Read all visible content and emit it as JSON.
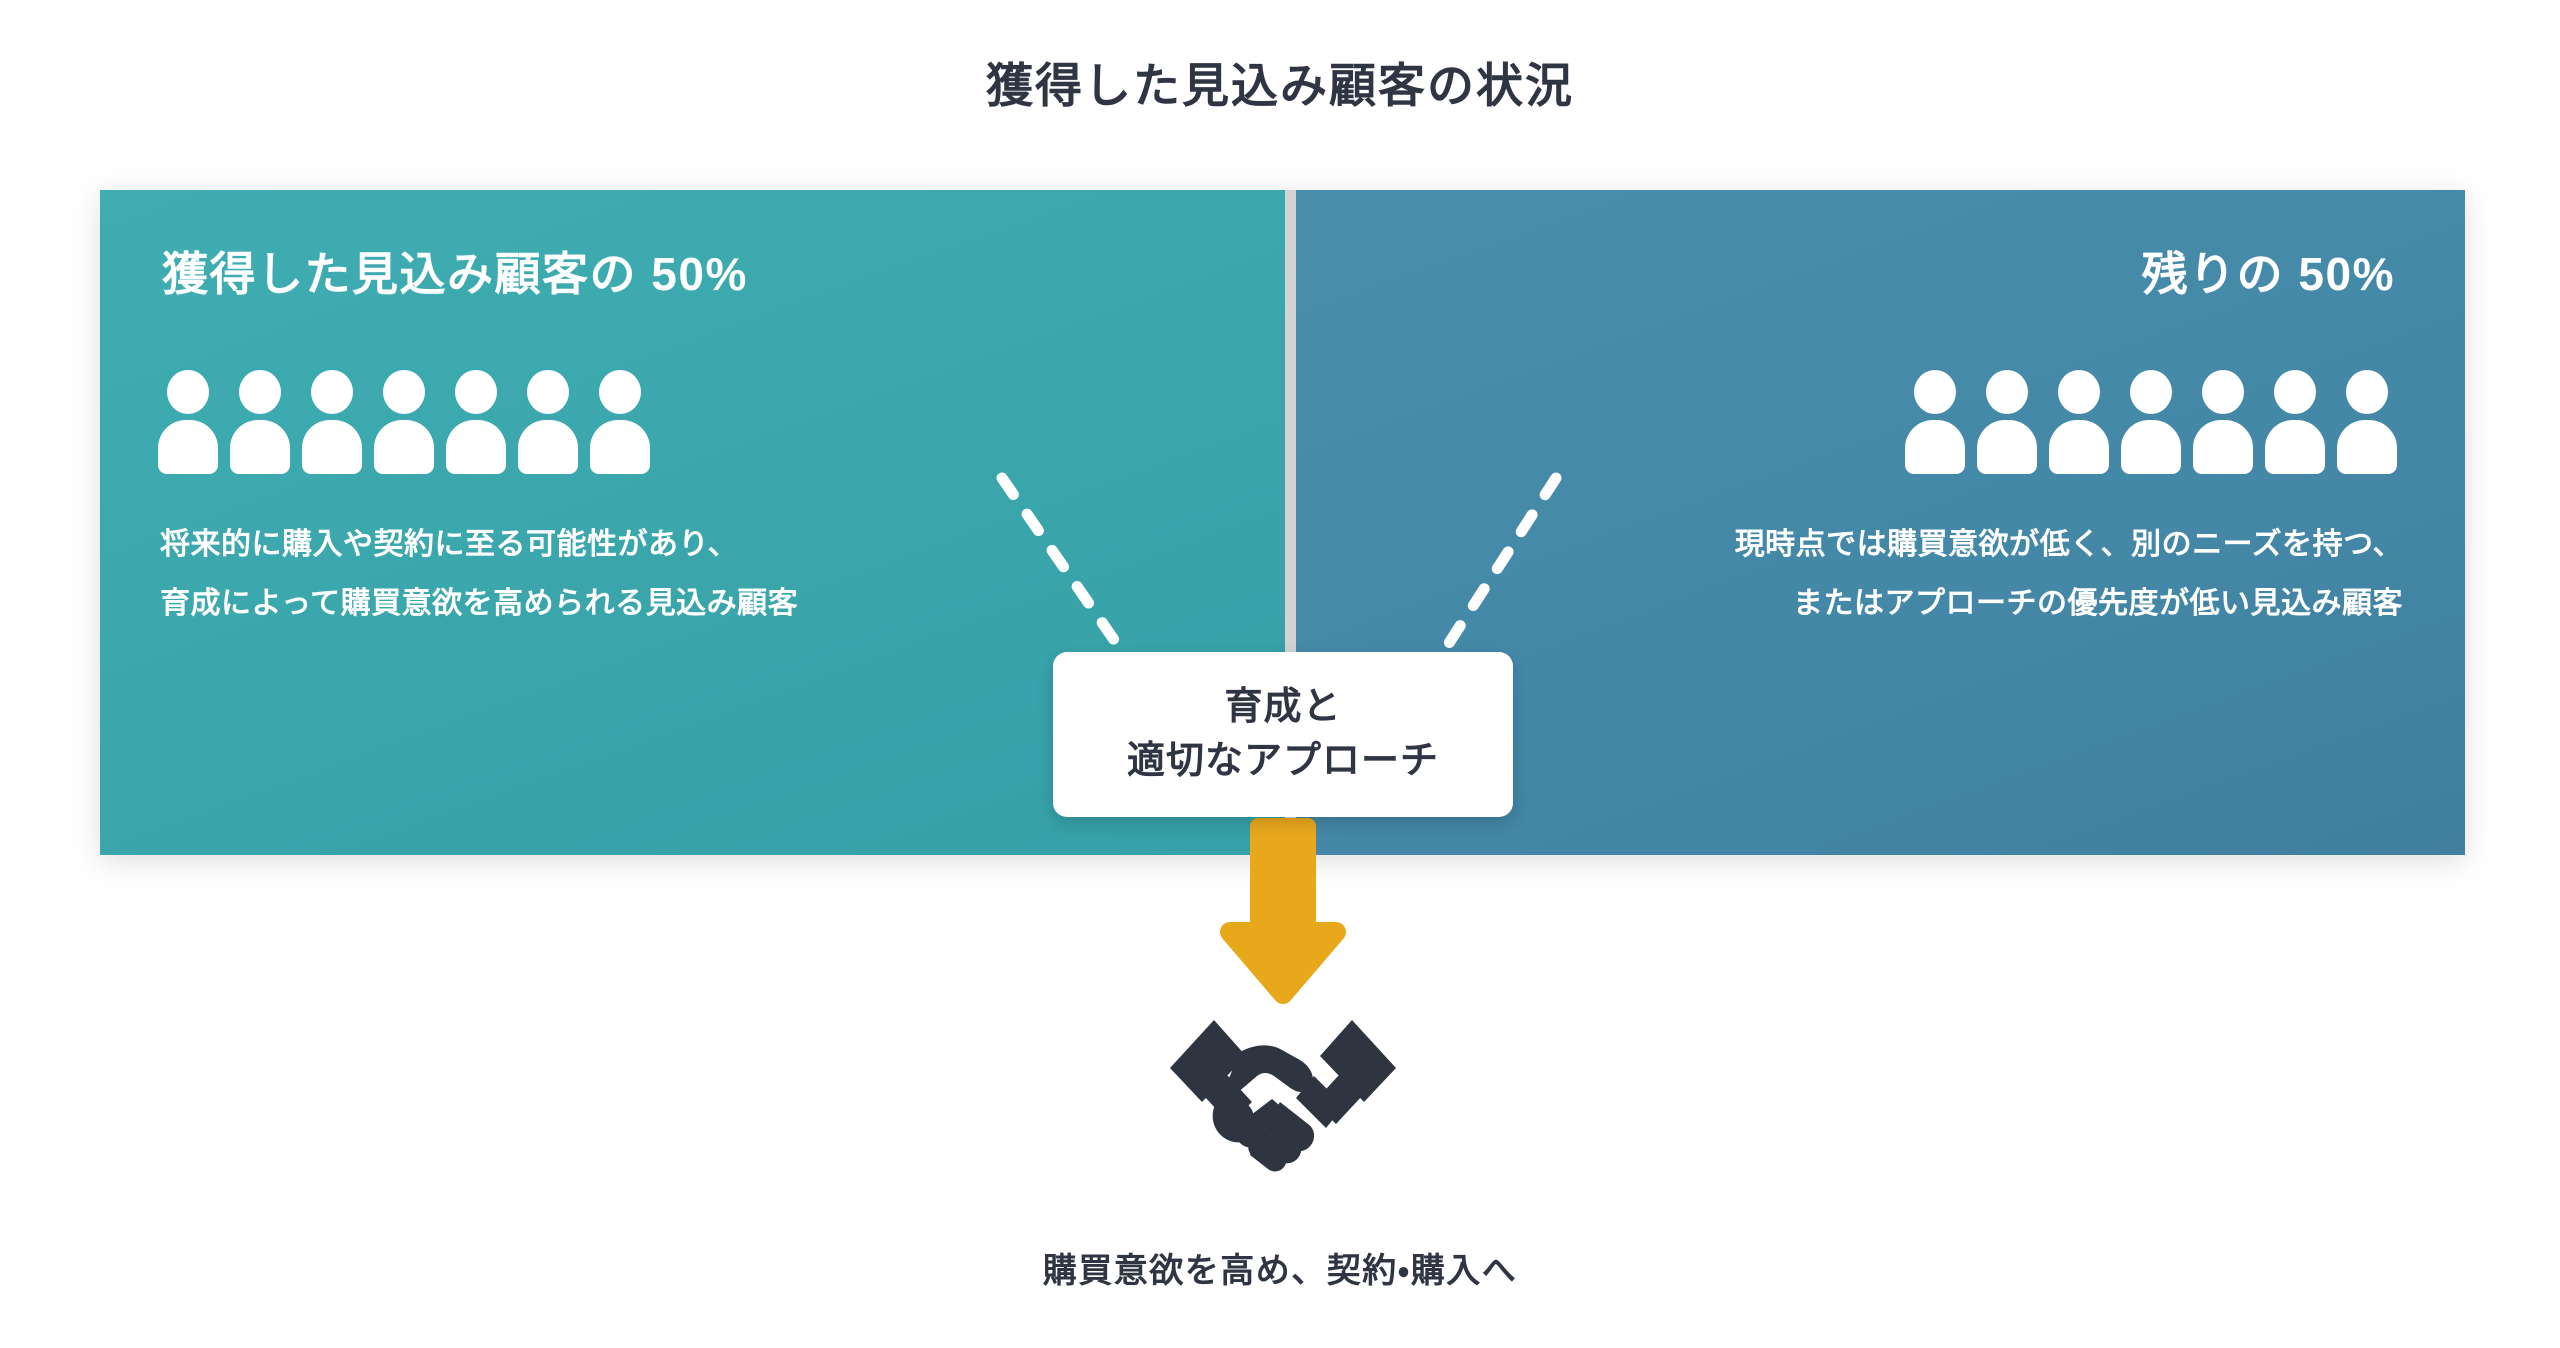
{
  "title": "獲得した見込み顧客の状況",
  "colors": {
    "teal_panel": "#3AA6AC",
    "blue_panel": "#4488A8",
    "panel_gap": "#D3D3D5",
    "arrow_orange": "#E8A81C",
    "dark_text": "#2F3542",
    "white": "#FFFFFF"
  },
  "left_panel": {
    "heading": "獲得した見込み顧客の 50%",
    "people_count": 7,
    "people_icon": "person-icon",
    "body_lines": [
      "将来的に購入や契約に至る可能性があり、",
      "育成によって購買意欲を高められる見込み顧客"
    ]
  },
  "right_panel": {
    "heading": "残りの 50%",
    "people_count": 7,
    "people_icon": "person-icon",
    "body_lines": [
      "現時点では購買意欲が低く、別のニーズを持つ、",
      "またはアプローチの優先度が低い見込み顧客"
    ]
  },
  "callout": {
    "lines": [
      "育成と",
      "適切なアプローチ"
    ]
  },
  "arrow": {
    "icon": "arrow-down-icon",
    "direction": "down",
    "color": "#E8A81C"
  },
  "result": {
    "icon": "handshake-icon",
    "caption": "購買意欲を高め、契約・購入へ"
  },
  "connectors": {
    "icon": "dashed-line",
    "count": 2,
    "style": "dashed",
    "color": "#FFFFFF"
  }
}
